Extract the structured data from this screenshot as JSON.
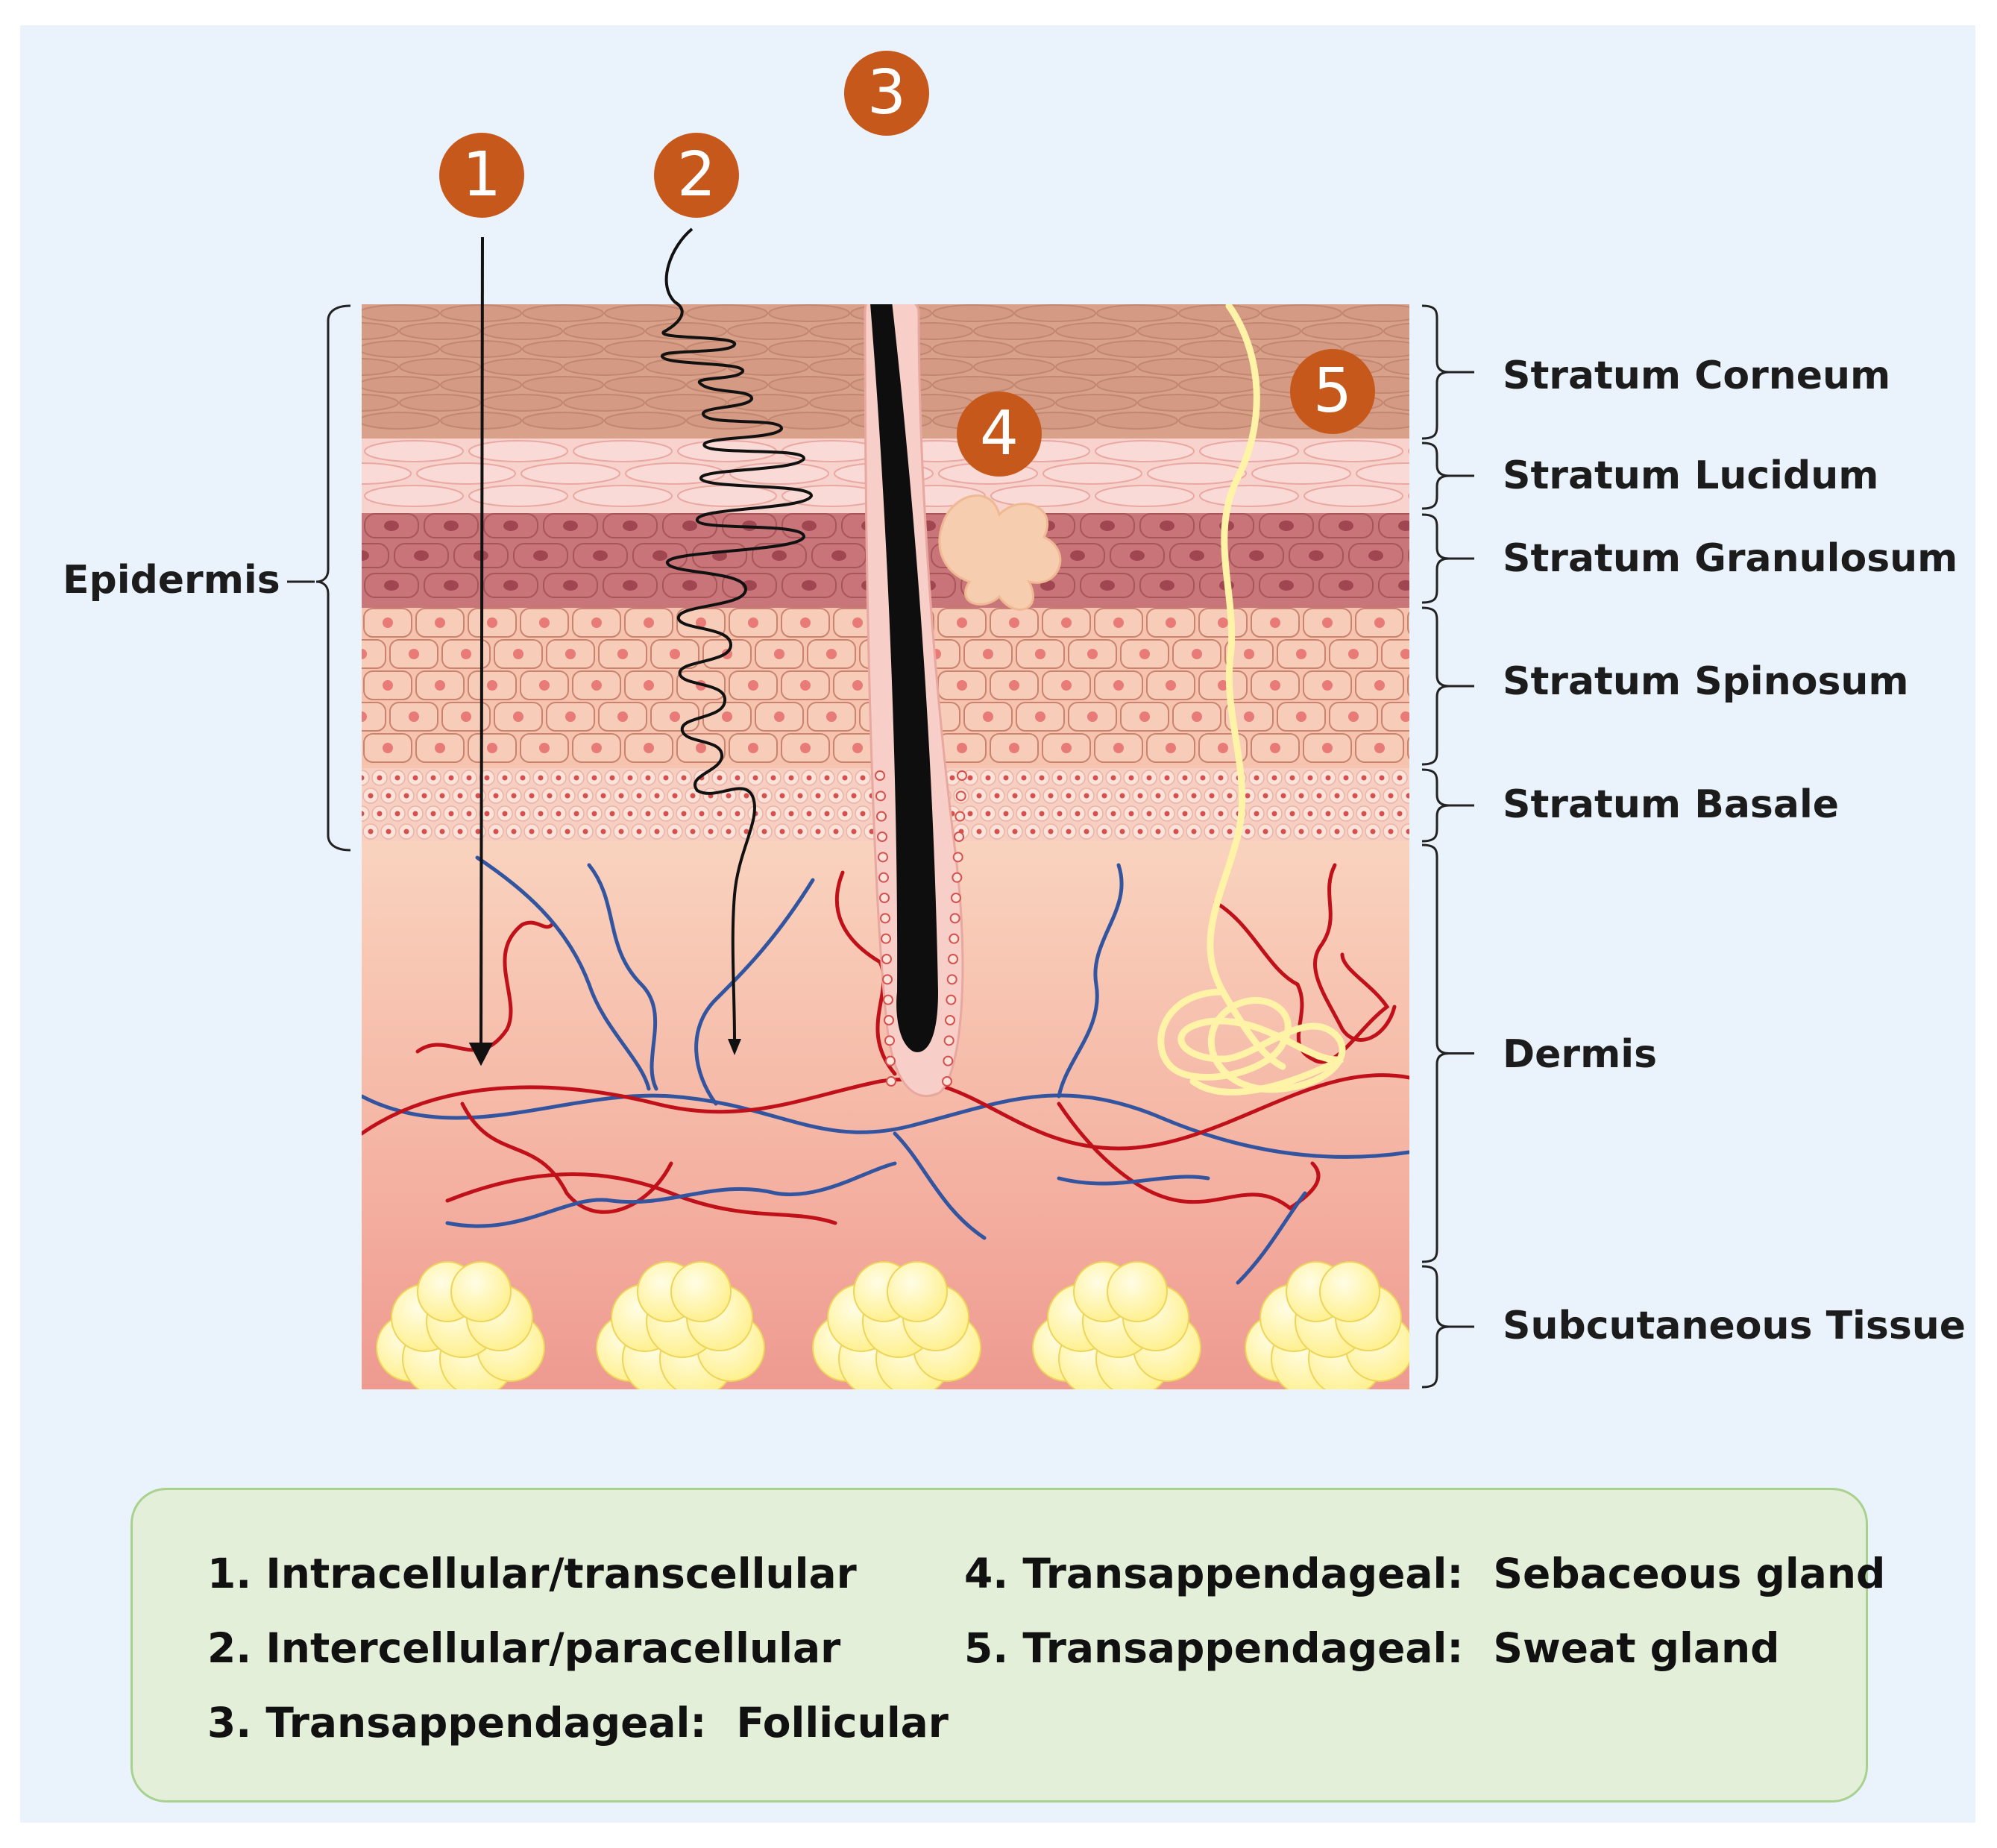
{
  "labels": {
    "epidermis": "Epidermis",
    "stratum_corneum": "Stratum Corneum",
    "stratum_lucidum": "Stratum Lucidum",
    "stratum_granulosum": "Stratum Granulosum",
    "stratum_spinosum": "Stratum Spinosum",
    "stratum_basale": "Stratum Basale",
    "dermis": "Dermis",
    "subcutaneous_tissue": "Subcutaneous Tissue"
  },
  "markers": [
    "1",
    "2",
    "3",
    "4",
    "5"
  ],
  "legend": {
    "items": [
      {
        "number": "1.",
        "route": "Intracellular/transcellular",
        "detail": ""
      },
      {
        "number": "2.",
        "route": "Intercellular/paracellular",
        "detail": ""
      },
      {
        "number": "3.",
        "route": "Transappendageal:",
        "detail": "Follicular"
      },
      {
        "number": "4.",
        "route": "Transappendageal:",
        "detail": "Sebaceous gland"
      },
      {
        "number": "5.",
        "route": "Transappendageal:",
        "detail": "Sweat gland"
      }
    ]
  },
  "colors": {
    "background": "#EAF2FB",
    "marker": "#C6581C",
    "artery": "#C0101A",
    "vein": "#3355A0",
    "sweat_duct": "#FFF3A8",
    "fat": "#FFF7B0",
    "legend_fill": "#E3EFD9",
    "legend_border": "#A9D18E"
  }
}
